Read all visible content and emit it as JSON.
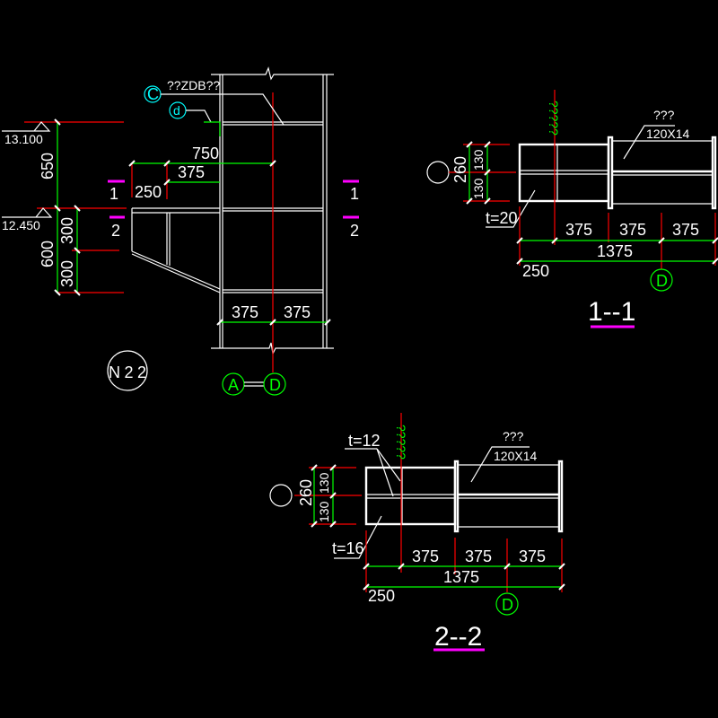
{
  "colors": {
    "background": "#000000",
    "geometry": "#ffffff",
    "centerline": "#ff0000",
    "dimension": "#00ff00",
    "section_mark": "#ff00ff",
    "callout": "#00ffff"
  },
  "elevation_view": {
    "elev_top": "13.100",
    "elev_bottom": "12.450",
    "dim_650": "650",
    "dim_600": "600",
    "dim_300a": "300",
    "dim_300b": "300",
    "dim_750": "750",
    "dim_375_top": "375",
    "dim_250": "250",
    "dim_375_bl": "375",
    "dim_375_br": "375",
    "callout_c": "C",
    "callout_c_text": "??ZDB??",
    "callout_d": "d",
    "section1_left": "1",
    "section2_left": "2",
    "section1_right": "1",
    "section2_right": "2",
    "node_tag": "N22",
    "axis_a": "A",
    "axis_d": "D"
  },
  "section_1": {
    "title": "1--1",
    "weld_note": "?????",
    "plate_note_top": "???",
    "plate_note": "120X14",
    "thickness": "t=20",
    "dim_260": "260",
    "dim_130a": "130",
    "dim_130b": "130",
    "dims": [
      "375",
      "375",
      "375"
    ],
    "total": "1375",
    "offset": "250",
    "axis": "D"
  },
  "section_2": {
    "title": "2--2",
    "weld_note": "?????",
    "plate_note_top": "???",
    "plate_note": "120X14",
    "thickness_top": "t=12",
    "thickness_bottom": "t=16",
    "dim_260": "260",
    "dim_130a": "130",
    "dim_130b": "130",
    "dims": [
      "375",
      "375",
      "375"
    ],
    "total": "1375",
    "offset": "250",
    "axis": "D"
  }
}
